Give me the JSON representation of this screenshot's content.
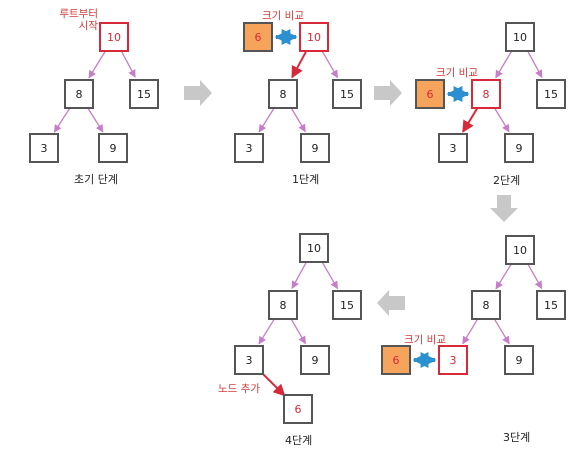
{
  "colors": {
    "node_border": "#555555",
    "highlight_border": "#d8293a",
    "new_node_fill": "#f6a35c",
    "edge": "#c77dc7",
    "active_edge": "#d8293a",
    "compare_arrow": "#2c8fcf",
    "stage_arrow": "#c8c8c8",
    "label_red": "#d33a3a"
  },
  "labels": {
    "start_from_root": "루트부터\n시작",
    "compare": "크기 비교",
    "add_node": "노드 추가"
  },
  "stages": [
    {
      "caption": "초기 단계",
      "nodes": [
        {
          "id": "n10",
          "value": "10",
          "style": "highlight"
        },
        {
          "id": "n8",
          "value": "8",
          "style": "normal"
        },
        {
          "id": "n15",
          "value": "15",
          "style": "normal"
        },
        {
          "id": "n3",
          "value": "3",
          "style": "normal"
        },
        {
          "id": "n9",
          "value": "9",
          "style": "normal"
        }
      ]
    },
    {
      "caption": "1단계",
      "new_value": "6",
      "nodes": [
        {
          "id": "n10",
          "value": "10",
          "style": "highlight"
        },
        {
          "id": "n8",
          "value": "8",
          "style": "normal"
        },
        {
          "id": "n15",
          "value": "15",
          "style": "normal"
        },
        {
          "id": "n3",
          "value": "3",
          "style": "normal"
        },
        {
          "id": "n9",
          "value": "9",
          "style": "normal"
        }
      ]
    },
    {
      "caption": "2단계",
      "new_value": "6",
      "nodes": [
        {
          "id": "n10",
          "value": "10",
          "style": "normal"
        },
        {
          "id": "n8",
          "value": "8",
          "style": "highlight"
        },
        {
          "id": "n15",
          "value": "15",
          "style": "normal"
        },
        {
          "id": "n3",
          "value": "3",
          "style": "normal"
        },
        {
          "id": "n9",
          "value": "9",
          "style": "normal"
        }
      ]
    },
    {
      "caption": "3단계",
      "new_value": "6",
      "nodes": [
        {
          "id": "n10",
          "value": "10",
          "style": "normal"
        },
        {
          "id": "n8",
          "value": "8",
          "style": "normal"
        },
        {
          "id": "n15",
          "value": "15",
          "style": "normal"
        },
        {
          "id": "n3",
          "value": "3",
          "style": "highlight"
        },
        {
          "id": "n9",
          "value": "9",
          "style": "normal"
        }
      ]
    },
    {
      "caption": "4단계",
      "nodes": [
        {
          "id": "n10",
          "value": "10",
          "style": "normal"
        },
        {
          "id": "n8",
          "value": "8",
          "style": "normal"
        },
        {
          "id": "n15",
          "value": "15",
          "style": "normal"
        },
        {
          "id": "n3",
          "value": "3",
          "style": "normal"
        },
        {
          "id": "n9",
          "value": "9",
          "style": "normal"
        },
        {
          "id": "n6",
          "value": "6",
          "style": "added"
        }
      ]
    }
  ]
}
